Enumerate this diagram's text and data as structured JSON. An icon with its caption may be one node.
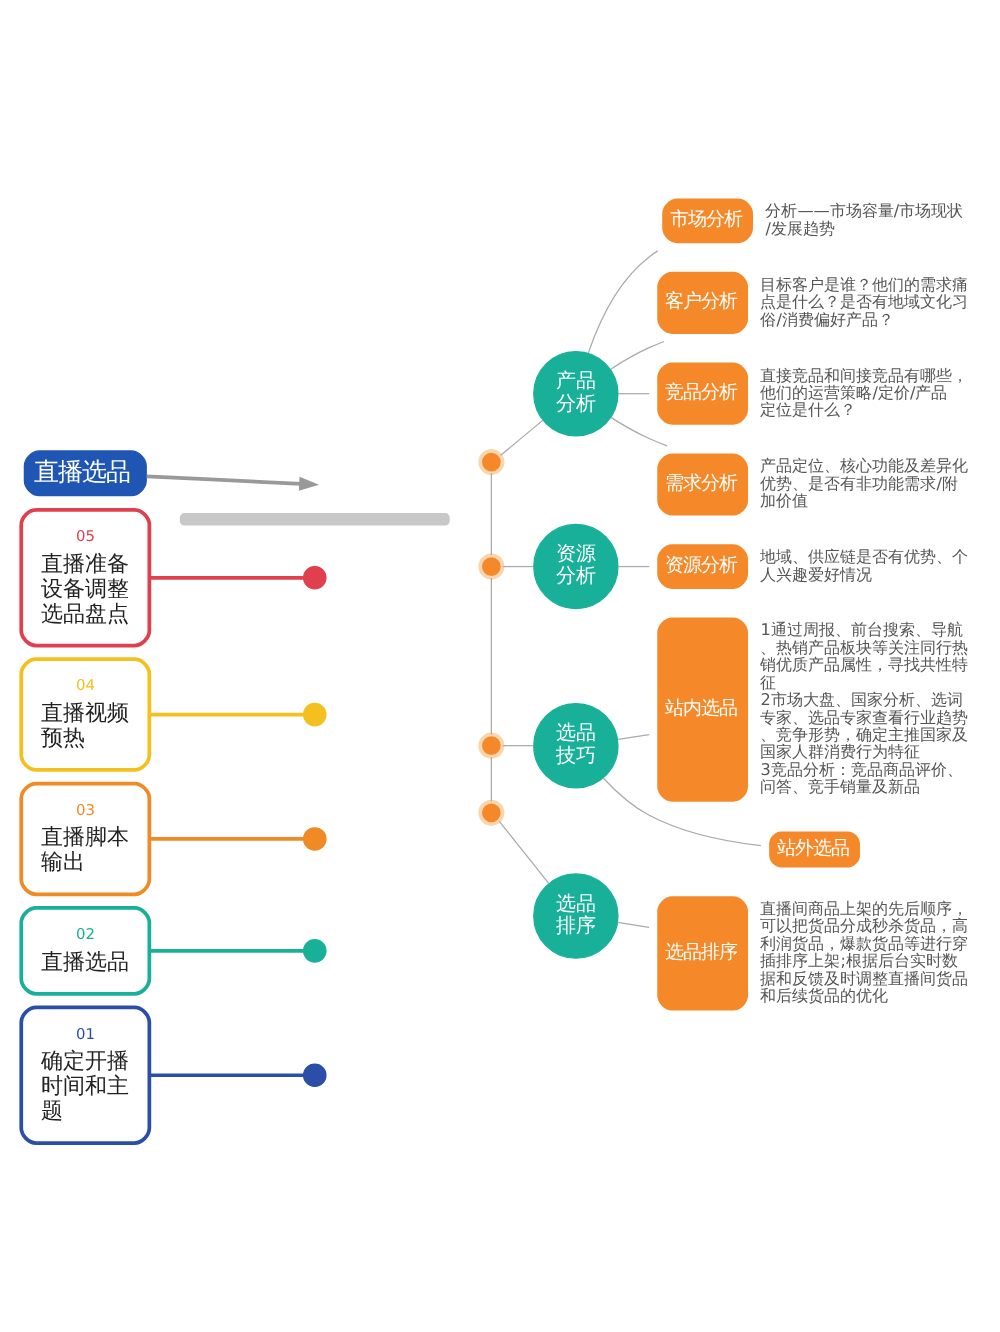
{
  "diagram": {
    "nodes": [
      {
        "text": [
          "01",
          "确定开播时间和主题"
        ]
      },
      {
        "text": [
          "02",
          "直播选品"
        ]
      },
      {
        "text": [
          "03",
          "直播脚本输出"
        ]
      },
      {
        "text": [
          "04",
          "直播视频预热"
        ]
      },
      {
        "text": [
          "05",
          "直播准备设备调整选品盘点"
        ]
      },
      {
        "text": [],
        "shape": "circle"
      },
      {
        "text": [],
        "shape": "circle"
      },
      {
        "text": [],
        "shape": "circle"
      },
      {
        "text": [],
        "shape": "circle"
      },
      {
        "text": [],
        "shape": "circle"
      },
      {
        "text": [],
        "shape": "bar"
      },
      {
        "text": [
          "直播选品"
        ]
      },
      {
        "text": [],
        "shape": "circle"
      },
      {
        "text": [
          "产品分析"
        ]
      },
      {
        "text": [
          "市场分析"
        ],
        "beside": [
          "分析——市场容量/市场现状/发展趋势"
        ]
      },
      {
        "text": [
          "客户分析"
        ],
        "beside": [
          "目标客户是谁？他们的需求痛点是什么？是否有地域文化习俗/消费偏好产品？"
        ]
      },
      {
        "text": [
          "竞品分析"
        ],
        "beside": [
          "直接竞品和间接竞品有哪些，他们的运营策略/定价/产品定位是什么？"
        ]
      },
      {
        "text": [
          "需求分析"
        ],
        "beside": [
          "产品定位、核心功能及差异化优势、是否有非功能需求/附加价值"
        ]
      },
      {
        "text": [],
        "shape": "circle"
      },
      {
        "text": [
          "资源分析"
        ]
      },
      {
        "text": [
          "资源分析"
        ],
        "beside": [
          "地域、供应链是否有优势、个人兴趣爱好情况"
        ]
      },
      {
        "text": [],
        "shape": "circle"
      },
      {
        "text": [
          "选品技巧"
        ]
      },
      {
        "text": [
          "站内选品"
        ],
        "beside": [
          "1通过周报、前台搜索、导航、热销产品板块等关注同行热销优质产品属性，寻找共性特征",
          "2市场大盘、国家分析、选词专家、选品专家查看行业趋势、竞争形势，确定主推国家及国家人群消费行为特征",
          "3竞品分析：竞品商品评价、问答、竞手销量及新品"
        ]
      },
      {
        "text": [
          "站外选品"
        ]
      },
      {
        "text": [],
        "shape": "circle"
      },
      {
        "text": [
          "选品排序"
        ]
      },
      {
        "text": [
          "选品排序"
        ],
        "beside": [
          "直播间商品上架的先后顺序，可以把货品分成秒杀货品，高利润货品，爆款货品等进行穿插排序上架;根据后台实时数据和反馈及时调整直播间货品和后续货品的优化"
        ]
      }
    ],
    "edges": [
      {
        "from": 0,
        "to": 5,
        "arrow": "none",
        "color": "#2b4fa8"
      },
      {
        "from": 1,
        "to": 6,
        "arrow": "none",
        "color": "#19b09a"
      },
      {
        "from": 2,
        "to": 7,
        "arrow": "none",
        "color": "#f08a24"
      },
      {
        "from": 3,
        "to": 8,
        "arrow": "none",
        "color": "#f4c020"
      },
      {
        "from": 4,
        "to": 9,
        "arrow": "none",
        "color": "#e0404e"
      },
      {
        "from": 11,
        "to": null,
        "arrow": "to"
      },
      {
        "from": 12,
        "to": 18,
        "arrow": "none"
      },
      {
        "from": 18,
        "to": 21,
        "arrow": "none"
      },
      {
        "from": 21,
        "to": 25,
        "arrow": "none"
      },
      {
        "from": 12,
        "to": 13,
        "arrow": "none"
      },
      {
        "from": 13,
        "to": 14,
        "arrow": "none"
      },
      {
        "from": 13,
        "to": 15,
        "arrow": "none"
      },
      {
        "from": 13,
        "to": 16,
        "arrow": "none"
      },
      {
        "from": 13,
        "to": 17,
        "arrow": "none"
      },
      {
        "from": 18,
        "to": 19,
        "arrow": "none"
      },
      {
        "from": 19,
        "to": 20,
        "arrow": "none"
      },
      {
        "from": 21,
        "to": 22,
        "arrow": "none"
      },
      {
        "from": 22,
        "to": 23,
        "arrow": "none"
      },
      {
        "from": 22,
        "to": 24,
        "arrow": "none"
      },
      {
        "from": 25,
        "to": 26,
        "arrow": "none"
      },
      {
        "from": 26,
        "to": 27,
        "arrow": "none"
      }
    ]
  }
}
